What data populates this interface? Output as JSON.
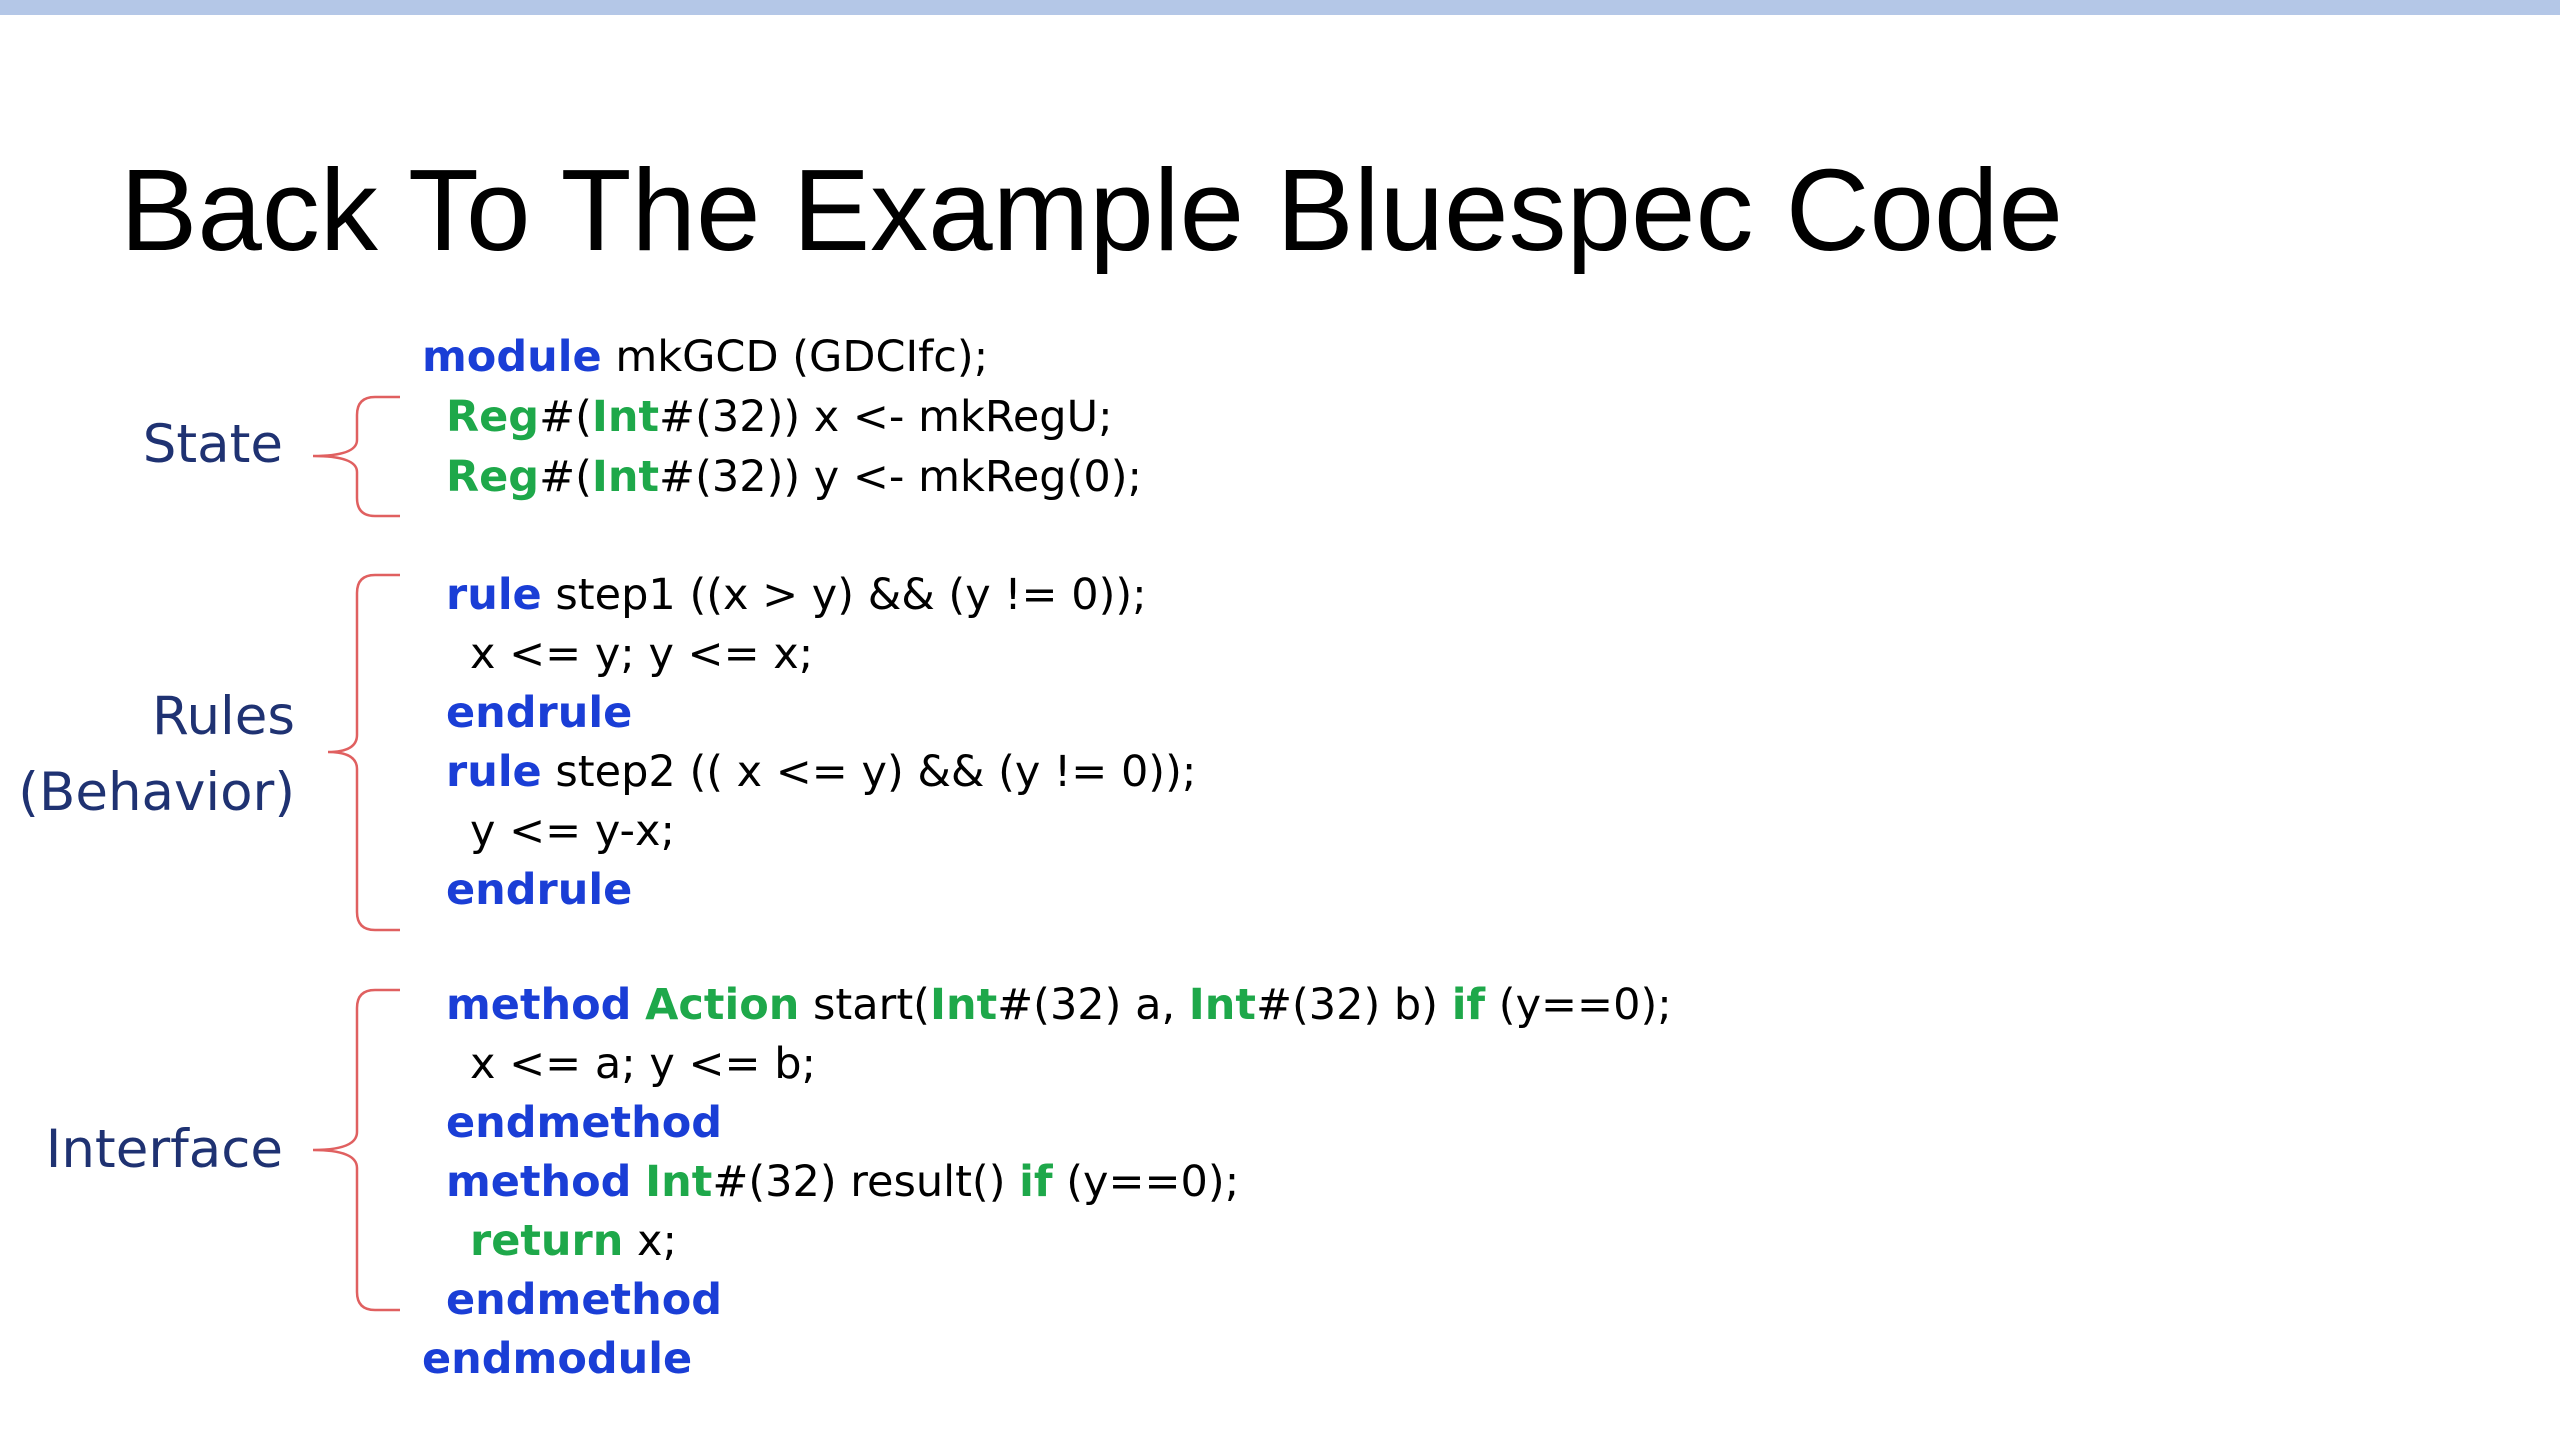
{
  "slide": {
    "title": "Back To The Example Bluespec Code",
    "top_bar_color": "#b4c7e7",
    "title_color": "#000000"
  },
  "colors": {
    "label": "#1f3272",
    "bracket": "#e06060",
    "keyword": "#1a3ed6",
    "type": "#1ea84a",
    "plain": "#000000"
  },
  "labels": {
    "state": "State",
    "rules": "Rules",
    "behavior": "(Behavior)",
    "interface": "Interface"
  },
  "code": {
    "lines": [
      [
        {
          "t": "module",
          "k": "keyword"
        },
        {
          "t": " mkGCD (GDCIfc);",
          "k": "plain"
        }
      ],
      [
        {
          "t": "Reg",
          "k": "type"
        },
        {
          "t": "#(",
          "k": "plain"
        },
        {
          "t": "Int",
          "k": "type"
        },
        {
          "t": "#(32)) x <- mkRegU;",
          "k": "plain"
        }
      ],
      [
        {
          "t": "Reg",
          "k": "type"
        },
        {
          "t": "#(",
          "k": "plain"
        },
        {
          "t": "Int",
          "k": "type"
        },
        {
          "t": "#(32)) y <- mkReg(0);",
          "k": "plain"
        }
      ],
      [
        {
          "t": "rule",
          "k": "keyword"
        },
        {
          "t": " step1 ((x > y) && (y != 0));",
          "k": "plain"
        }
      ],
      [
        {
          "t": "x <= y; y <= x;",
          "k": "plain"
        }
      ],
      [
        {
          "t": "endrule",
          "k": "keyword"
        }
      ],
      [
        {
          "t": "rule",
          "k": "keyword"
        },
        {
          "t": " step2 (( x <= y) && (y != 0));",
          "k": "plain"
        }
      ],
      [
        {
          "t": "y <= y-x;",
          "k": "plain"
        }
      ],
      [
        {
          "t": "endrule",
          "k": "keyword"
        }
      ],
      [
        {
          "t": "method",
          "k": "keyword"
        },
        {
          "t": " ",
          "k": "plain"
        },
        {
          "t": "Action",
          "k": "type"
        },
        {
          "t": " start(",
          "k": "plain"
        },
        {
          "t": "Int",
          "k": "type"
        },
        {
          "t": "#(32) a, ",
          "k": "plain"
        },
        {
          "t": "Int",
          "k": "type"
        },
        {
          "t": "#(32) b) ",
          "k": "plain"
        },
        {
          "t": "if",
          "k": "type"
        },
        {
          "t": " (y==0);",
          "k": "plain"
        }
      ],
      [
        {
          "t": "x <= a; y <= b;",
          "k": "plain"
        }
      ],
      [
        {
          "t": "endmethod",
          "k": "keyword"
        }
      ],
      [
        {
          "t": "method",
          "k": "keyword"
        },
        {
          "t": " ",
          "k": "plain"
        },
        {
          "t": "Int",
          "k": "type"
        },
        {
          "t": "#(32) result() ",
          "k": "plain"
        },
        {
          "t": "if",
          "k": "type"
        },
        {
          "t": " (y==0);",
          "k": "plain"
        }
      ],
      [
        {
          "t": "return",
          "k": "type"
        },
        {
          "t": " x;",
          "k": "plain"
        }
      ],
      [
        {
          "t": "endmethod",
          "k": "keyword"
        }
      ],
      [
        {
          "t": "endmodule",
          "k": "keyword"
        }
      ]
    ]
  }
}
